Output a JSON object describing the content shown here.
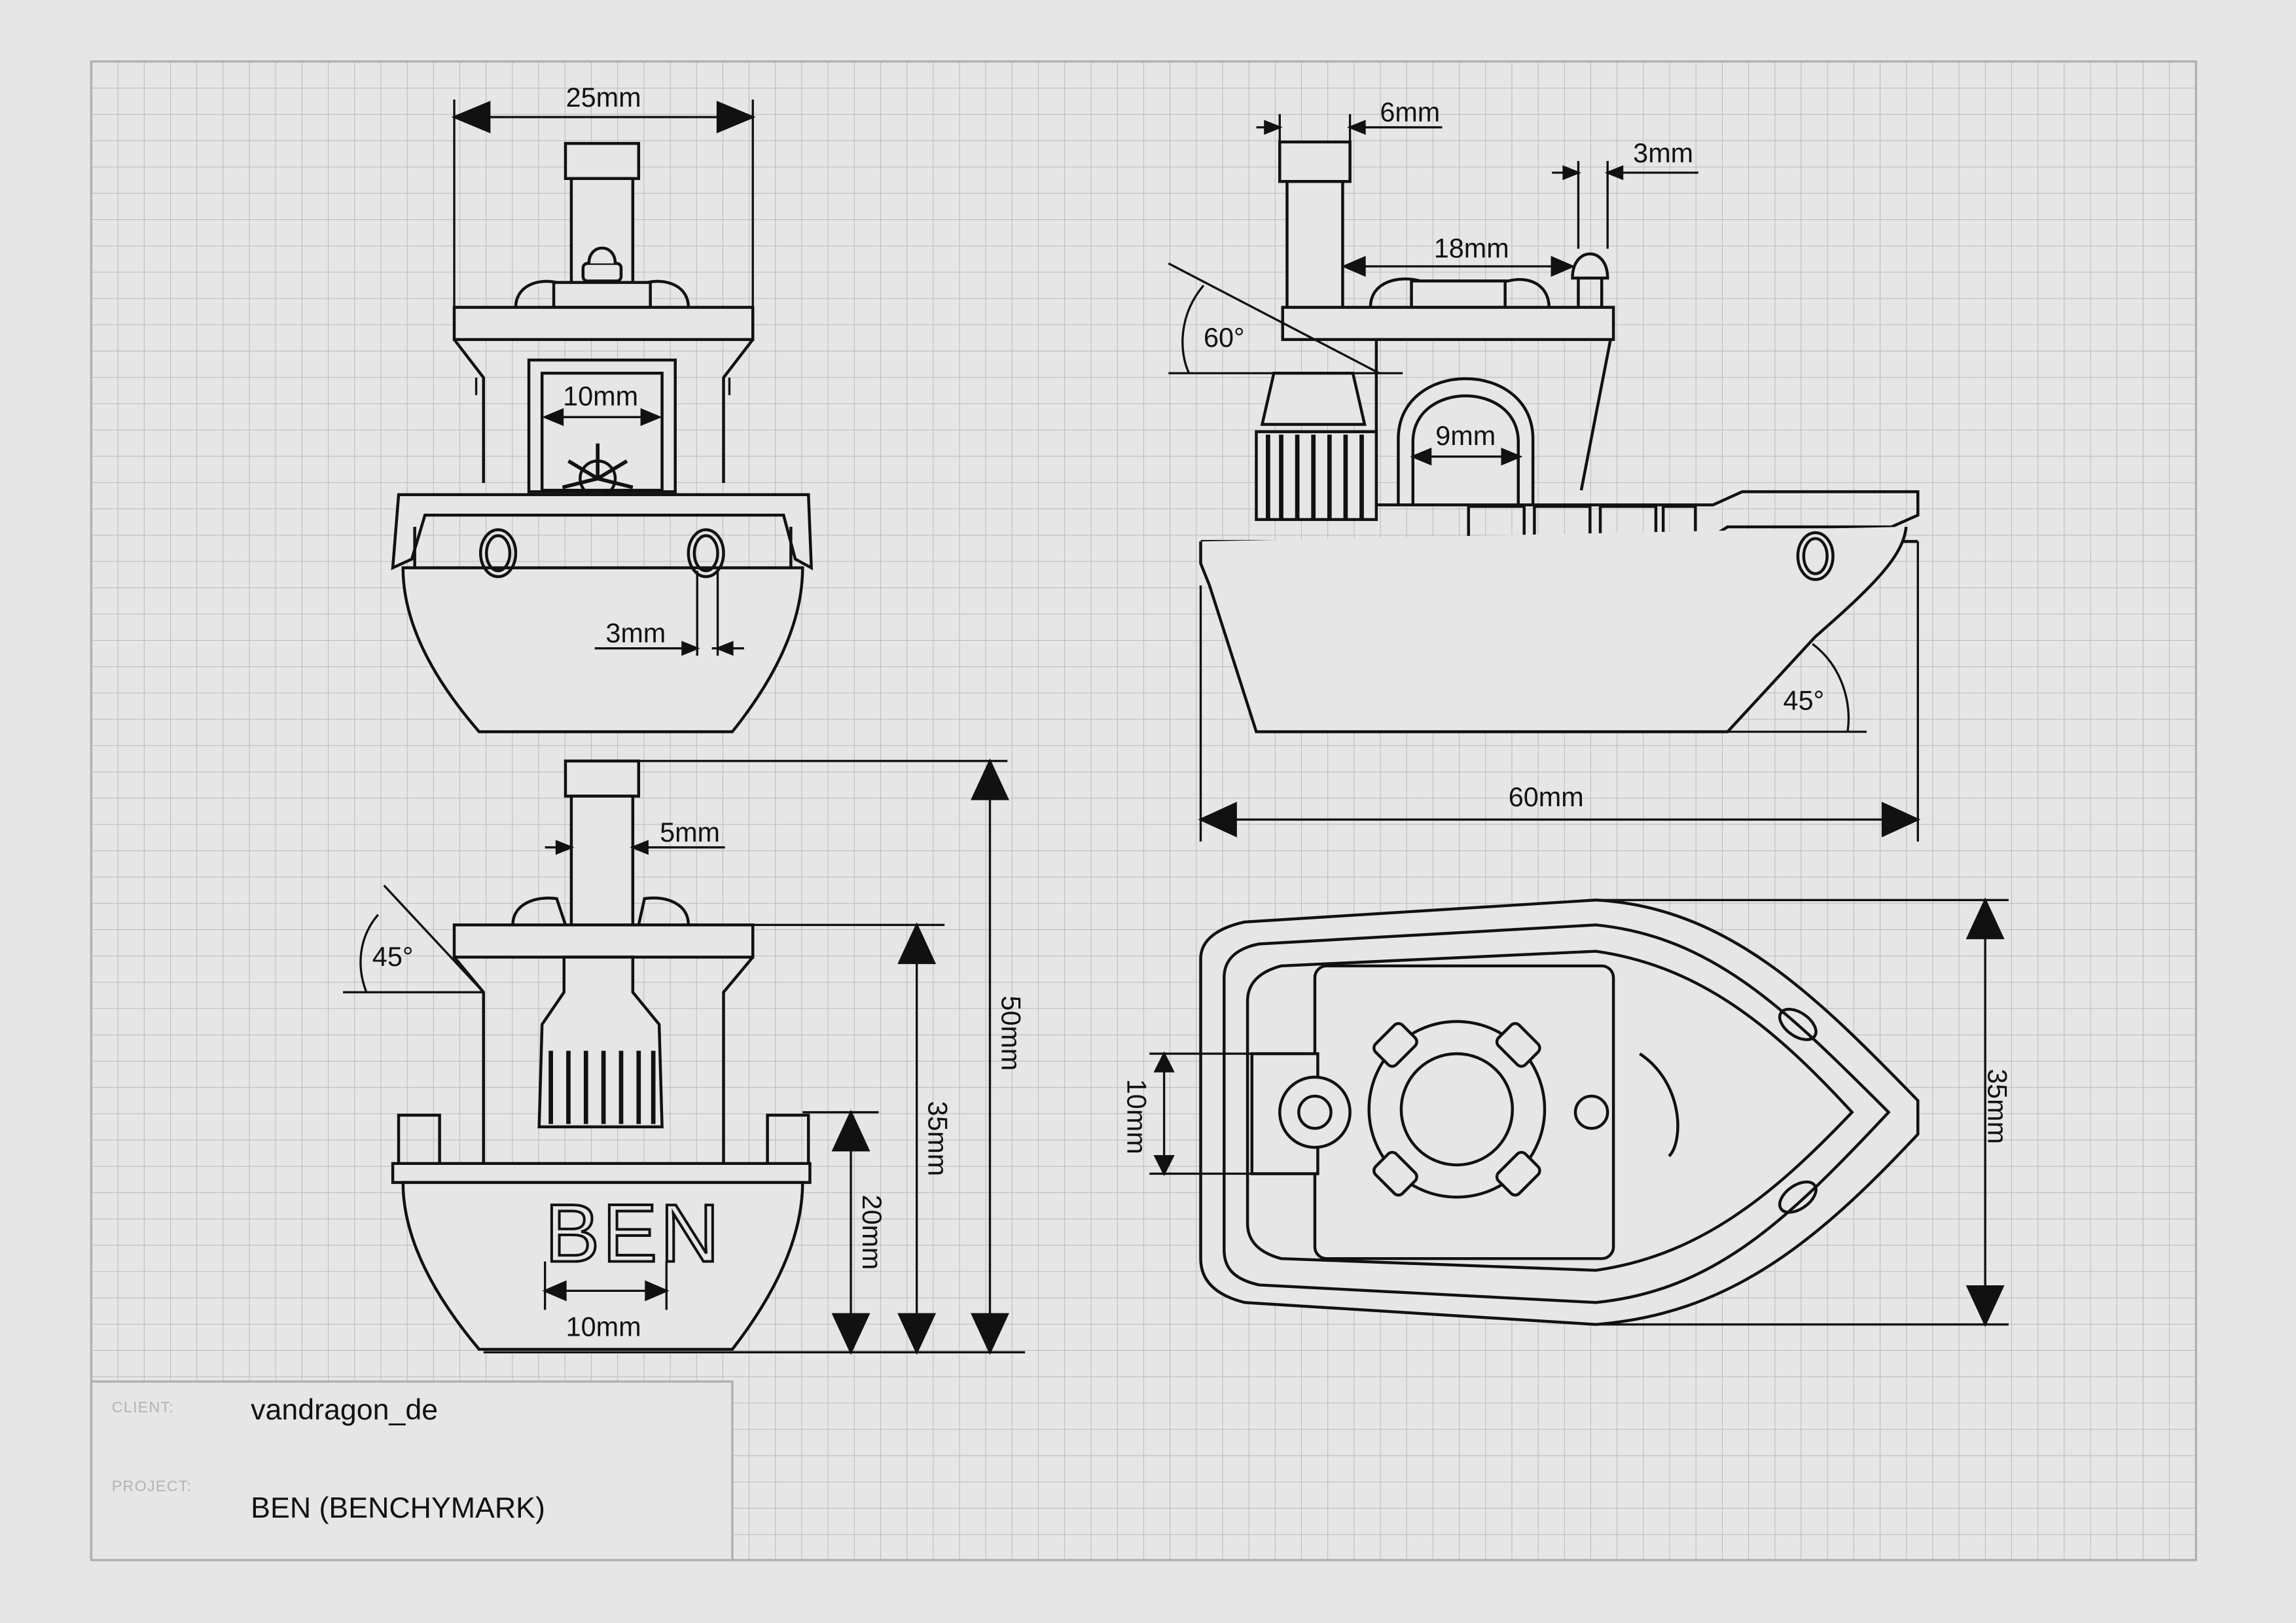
{
  "drawing": {
    "dimensions": {
      "front_width": "25mm",
      "front_window": "10mm",
      "front_porthole": "3mm",
      "side_chimney": "6mm",
      "side_light": "3mm",
      "side_roof": "18mm",
      "side_door": "9mm",
      "side_angle_cabin": "60°",
      "side_angle_bow": "45°",
      "side_length": "60mm",
      "back_chimney": "5mm",
      "back_angle": "45°",
      "back_total_height": "50mm",
      "back_deck_height": "35mm",
      "back_hull_height": "20mm",
      "back_letters": "10mm",
      "top_cargo": "10mm",
      "top_width": "35mm"
    },
    "stern_lettering": "BEN"
  },
  "title_block": {
    "client_label": "CLIENT:",
    "client_value": "vandragon_de",
    "project_label": "PROJECT:",
    "project_value": "BEN (BENCHYMARK)"
  },
  "colors": {
    "background": "#e6e6e6",
    "grid": "#b9b9b9",
    "line": "#111111"
  }
}
